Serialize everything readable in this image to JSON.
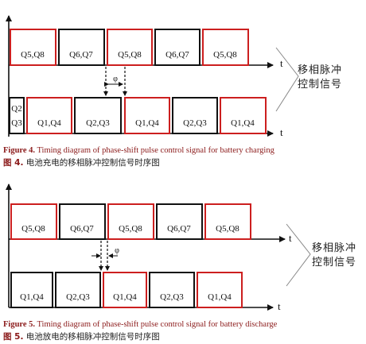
{
  "figure4": {
    "top_labels": [
      "Q5,Q8",
      "Q6,Q7",
      "Q5,Q8",
      "Q6,Q7",
      "Q5,Q8"
    ],
    "bottom_first": [
      "Q2",
      "Q3"
    ],
    "bottom_labels": [
      "Q1,Q4",
      "Q2,Q3",
      "Q1,Q4",
      "Q2,Q3",
      "Q1,Q4"
    ],
    "axis_label": "t",
    "phi": "φ",
    "side_label_line1": "移相脉冲",
    "side_label_line2": "控制信号",
    "caption_en_fig": "Figure 4.",
    "caption_en_text": " Timing diagram of phase-shift pulse control signal for battery charging",
    "caption_zh_fig": "图 4.",
    "caption_zh_text": "  电池充电的移相脉冲控制信号时序图"
  },
  "figure5": {
    "top_labels": [
      "Q5,Q8",
      "Q6,Q7",
      "Q5,Q8",
      "Q6,Q7",
      "Q5,Q8"
    ],
    "bottom_labels": [
      "Q1,Q4",
      "Q2,Q3",
      "Q1,Q4",
      "Q2,Q3",
      "Q1,Q4"
    ],
    "axis_label": "t",
    "phi": "φ",
    "side_label_line1": "移相脉冲",
    "side_label_line2": "控制信号",
    "caption_en_fig": "Figure 5.",
    "caption_en_text": " Timing diagram of phase-shift pulse control signal for battery discharge",
    "caption_zh_fig": "图 5.",
    "caption_zh_text": "  电池放电的移相脉冲控制信号时序图"
  },
  "colors": {
    "red": "#cc1f1f",
    "black": "#111111"
  }
}
